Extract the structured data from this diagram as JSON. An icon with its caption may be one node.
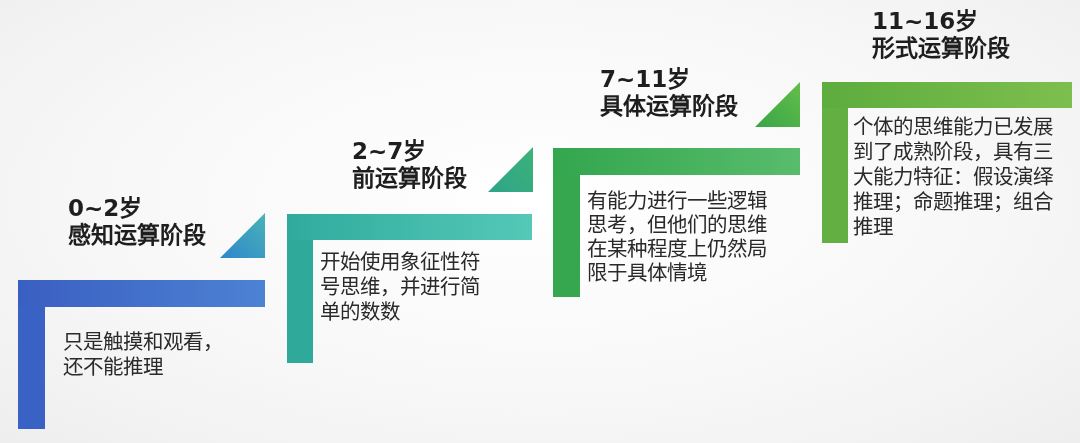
{
  "diagram": {
    "nodes": [
      {
        "text": [
          "0~2岁",
          "感知运算阶段",
          "只是触摸和观看，还不能推理"
        ]
      },
      {
        "text": [
          "2~7岁",
          "前运算阶段",
          "开始使用象征性符号思维，并进行简单的数数"
        ]
      },
      {
        "text": [
          "7~11岁",
          "具体运算阶段",
          "有能力进行一些逻辑思考，但他们的思维在某种程度上仍然局限于具体情境"
        ]
      },
      {
        "text": [
          "11~16岁",
          "形式运算阶段",
          "个体的思维能力已发展到了成熟阶段，具有三大能力特征：假设演绎推理；命题推理；组合推理"
        ]
      }
    ]
  }
}
